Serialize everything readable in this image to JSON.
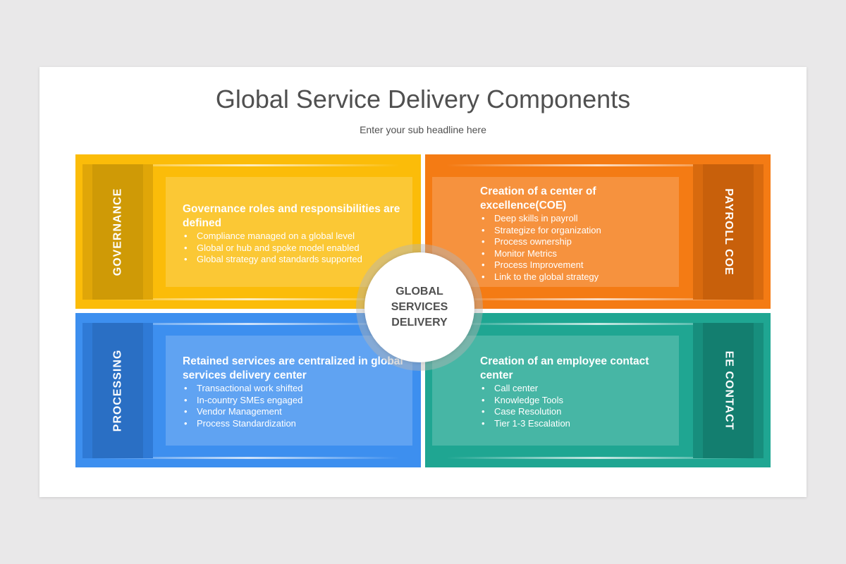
{
  "title": "Global Service Delivery Components",
  "subtitle": "Enter your sub headline here",
  "center": {
    "lines": [
      "GLOBAL",
      "SERVICES",
      "DELIVERY"
    ]
  },
  "quadrants": {
    "governance": {
      "tab": "GOVERNANCE",
      "heading": "Governance roles and responsibilities are defined",
      "items": [
        "Compliance managed on a global level",
        "Global or hub and spoke model enabled",
        "Global strategy and standards supported"
      ],
      "color": "#fbbc09"
    },
    "payroll": {
      "tab": "PAYROLL COE",
      "heading": "Creation of a center of excellence(COE)",
      "items": [
        "Deep skills in payroll",
        "Strategize for organization",
        "Process ownership",
        "Monitor Metrics",
        "Process Improvement",
        "Link to the global strategy"
      ],
      "color": "#f47b14"
    },
    "processing": {
      "tab": "PROCESSING",
      "heading": "Retained services are centralized in global services delivery center",
      "items": [
        "Transactional work shifted",
        "In-country SMEs engaged",
        "Vendor Management",
        "Process Standardization"
      ],
      "color": "#3d8fef"
    },
    "contact": {
      "tab": "EE CONTACT",
      "heading": "Creation of an employee contact center",
      "items": [
        "Call center",
        "Knowledge Tools",
        "Case Resolution",
        "Tier 1-3 Escalation"
      ],
      "color": "#1fa692"
    }
  }
}
